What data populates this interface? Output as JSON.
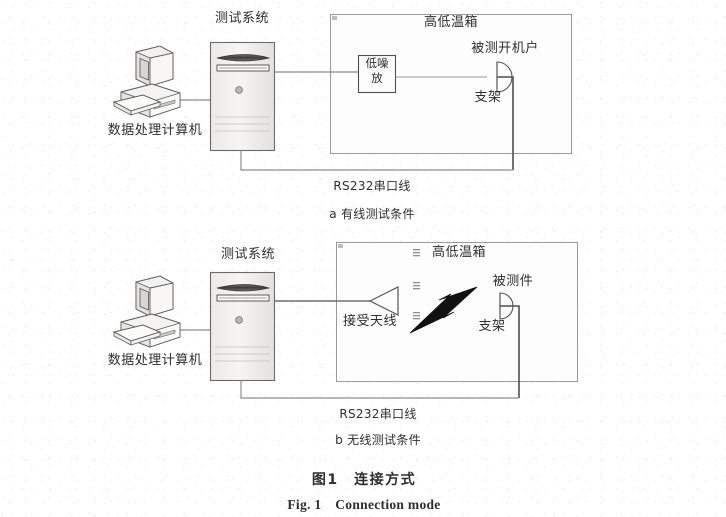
{
  "figure": {
    "title_cn": "图1　连接方式",
    "title_en": "Fig. 1　Connection mode"
  },
  "panel_a": {
    "caption_cable": "RS232串口线",
    "caption_label": "a  有线测试条件",
    "computer_label": "数据处理计算机",
    "tower_label": "测试系统",
    "chamber_label": "高低温箱",
    "lna_line1": "低噪",
    "lna_line2": "放",
    "dut_label": "被测开机户",
    "mount_label": "支架",
    "icons": {
      "computer": "desktop-computer-icon",
      "tower": "tower-pc-icon",
      "horn": "feed-horn-antenna-icon",
      "stand": "antenna-stand-icon"
    }
  },
  "panel_b": {
    "caption_cable": "RS232串口线",
    "caption_label": "b  无线测试条件",
    "computer_label": "数据处理计算机",
    "tower_label": "测试系统",
    "chamber_label": "高低温箱",
    "rx_antenna_label": "接受天线",
    "dut_label": "被测件",
    "mount_label": "支架",
    "icons": {
      "computer": "desktop-computer-icon",
      "tower": "tower-pc-icon",
      "rx_antenna": "horn-antenna-triangle-icon",
      "wireless": "lightning-bolt-icon",
      "horn": "feed-horn-antenna-icon",
      "stand": "antenna-stand-icon"
    }
  },
  "colors": {
    "line": "#8c8c8c",
    "line_dark": "#4f4f4f",
    "text": "#2e2e2e",
    "chamber_fill": "#fdfdfd",
    "device_fill": "#f0efee",
    "bolt": "#111111"
  }
}
